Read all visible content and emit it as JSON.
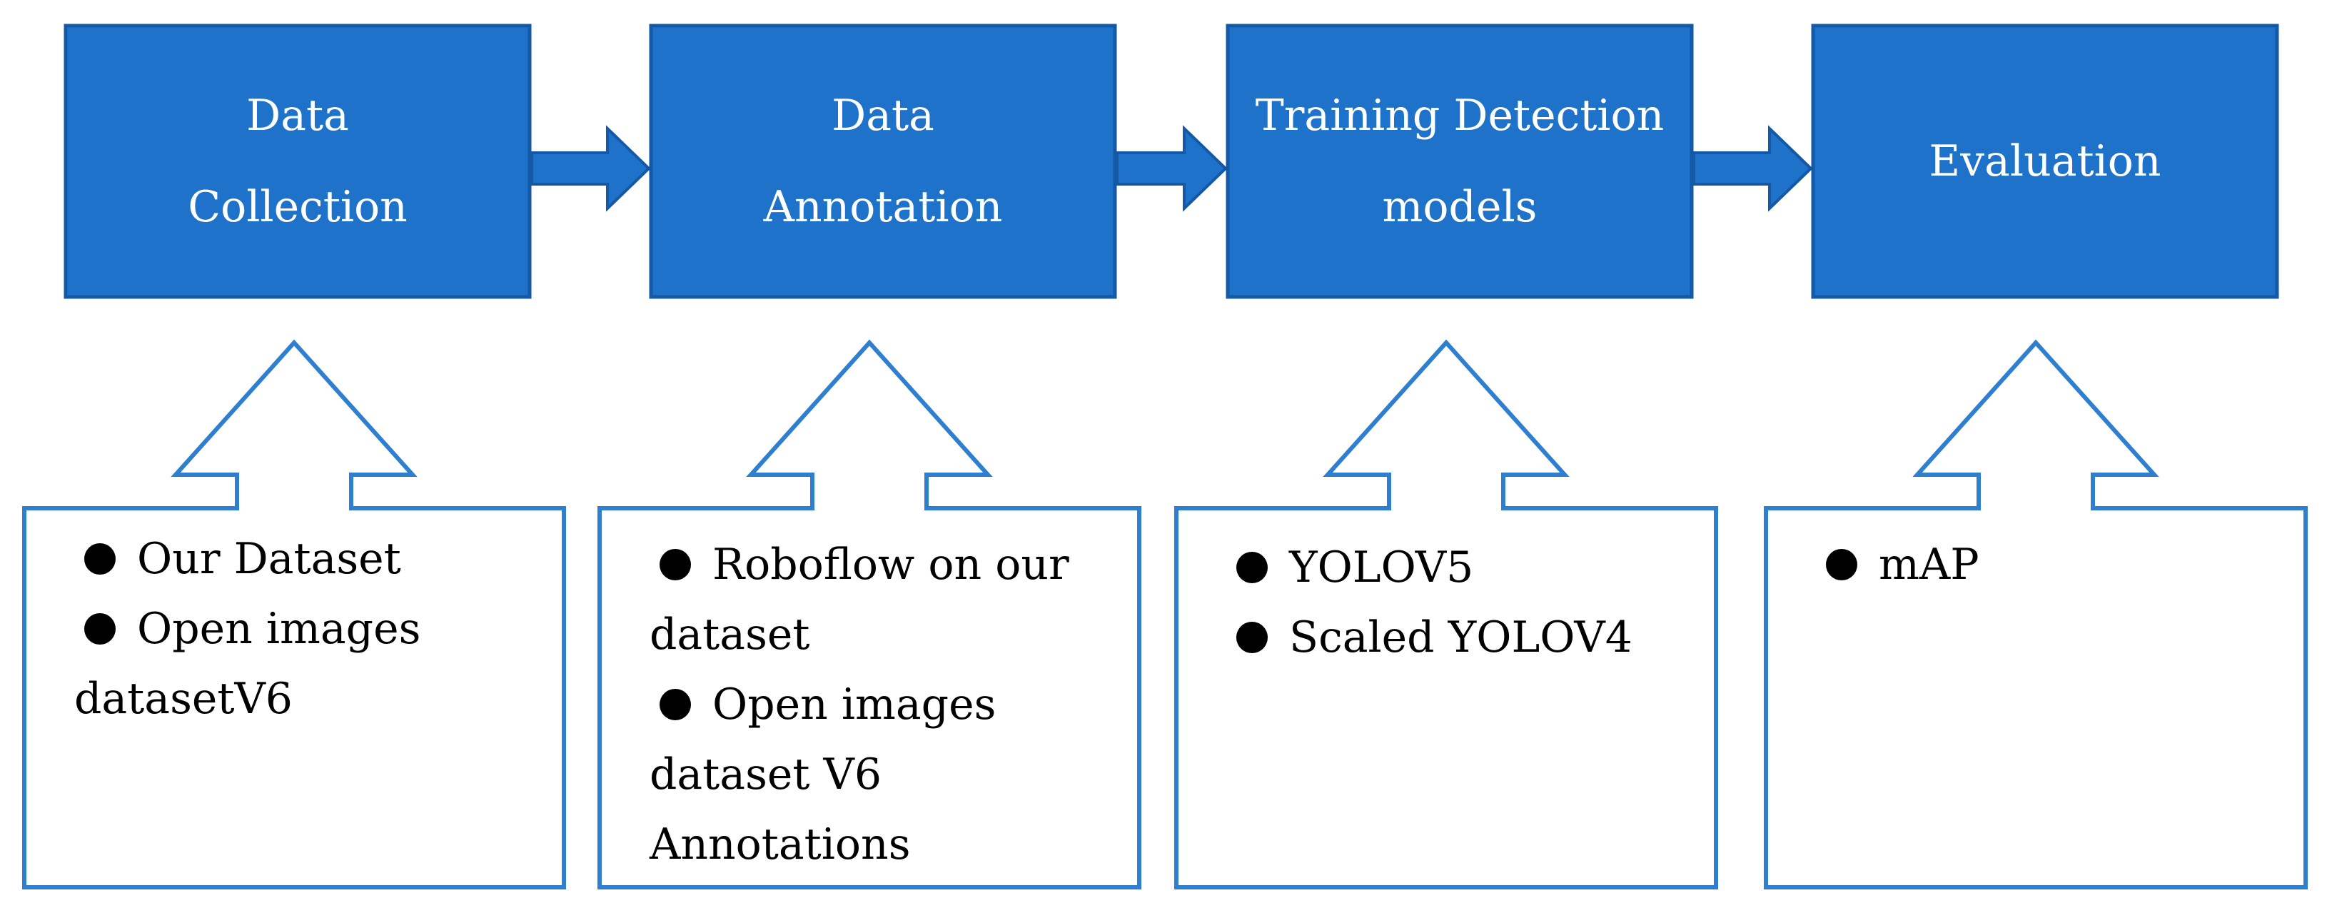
{
  "colors": {
    "stage_fill": "#1e72c9",
    "stage_border": "#1458a8",
    "stage_text": "#ffffff",
    "arrow_fill": "#1e72c9",
    "arrow_border": "#1458a8",
    "callout_stroke": "#2e7fd0",
    "callout_fill": "#ffffff",
    "bullet_text": "#000000"
  },
  "stages": [
    {
      "title_lines": [
        "Data",
        "Collection"
      ],
      "bullets": [
        [
          "Our Dataset"
        ],
        [
          "Open images",
          "datasetV6"
        ]
      ]
    },
    {
      "title_lines": [
        "Data",
        "Annotation"
      ],
      "bullets": [
        [
          "Roboflow on our",
          "dataset"
        ],
        [
          "Open images",
          "dataset V6",
          "Annotations"
        ]
      ]
    },
    {
      "title_lines": [
        "Training Detection",
        "models"
      ],
      "bullets": [
        [
          "YOLOV5"
        ],
        [
          "Scaled YOLOV4"
        ]
      ]
    },
    {
      "title_lines": [
        "Evaluation"
      ],
      "bullets": [
        [
          "mAP"
        ]
      ]
    }
  ]
}
